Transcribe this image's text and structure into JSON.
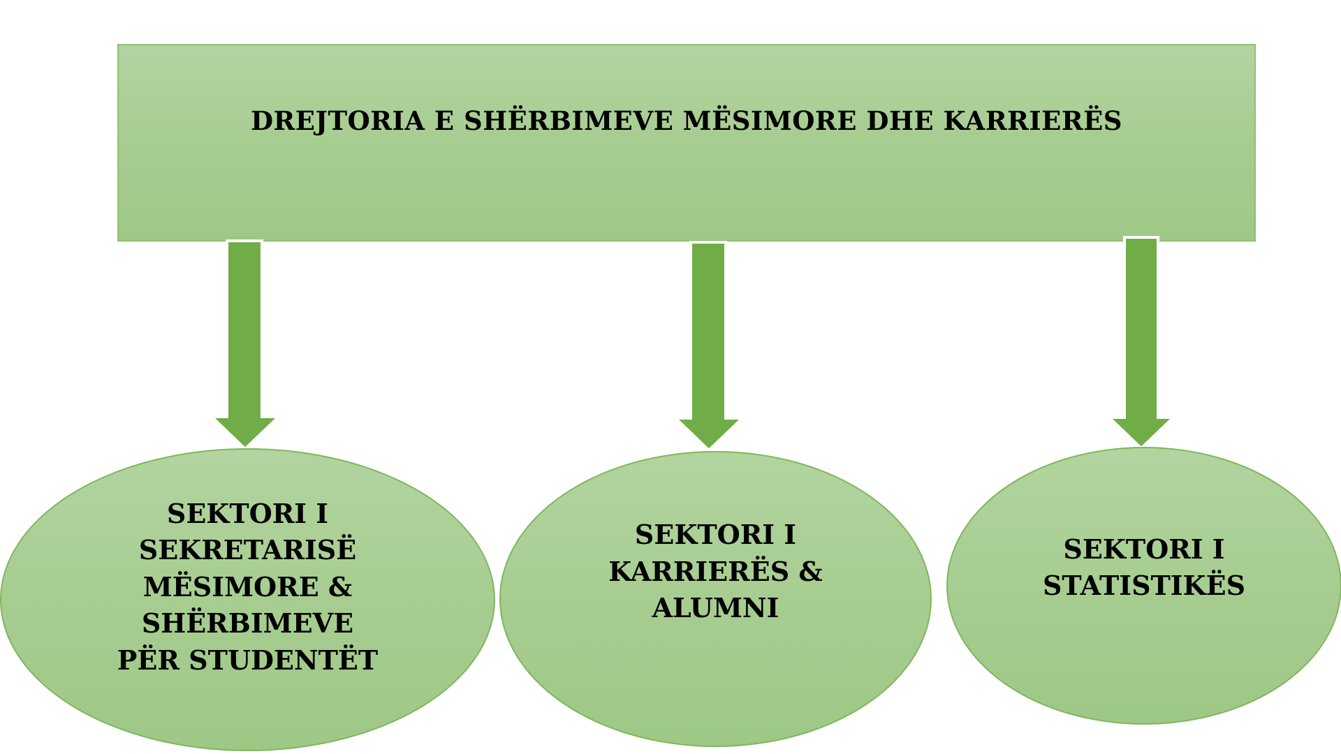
{
  "diagram": {
    "title": "DREJTORIA E SHËRBIMEVE MËSIMORE DHE KARRIERËS",
    "nodes": [
      {
        "label": "SEKTORI I\nSEKRETARISË\nMËSIMORE &\nSHËRBIMEVE\nPËR STUDENTËT"
      },
      {
        "label": "SEKTORI I\nKARRIERËS &\nALUMNI"
      },
      {
        "label": "SEKTORI I\nSTATISTIKËS"
      }
    ]
  },
  "colors": {
    "box_fill": "#a9cf94",
    "box_border": "#8fc06f",
    "arrow_fill": "#70ad47",
    "arrow_outline": "#ffffff",
    "ellipse_fill": "#a7cd91",
    "ellipse_border": "#7fb65a",
    "text": "#000000"
  }
}
